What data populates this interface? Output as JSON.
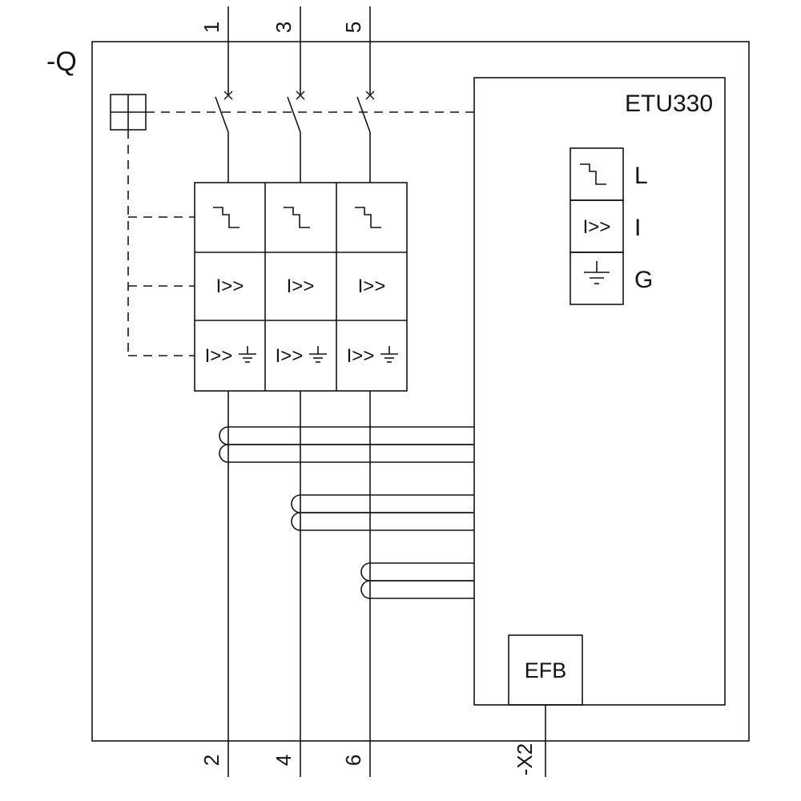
{
  "schematic": {
    "device_label": "-Q",
    "trip_unit_label": "ETU330",
    "efb_label": "EFB",
    "terminals": {
      "top": [
        "1",
        "3",
        "5"
      ],
      "bottom": [
        "2",
        "4",
        "6"
      ],
      "aux": "-X2"
    },
    "protections": {
      "instantaneous_symbol": "I>>",
      "long_time_label": "L",
      "instantaneous_label": "I",
      "ground_label": "G"
    },
    "icons": {
      "contact_cross": "breaker-contact-x",
      "long_time_curve": "inverse-time-step-curve",
      "ground": "earth-ground-icon",
      "mechanism": "cross-square-actuator",
      "current_sensor": "double-loop-ct"
    },
    "colors": {
      "line": "#141414",
      "background": "#ffffff"
    }
  }
}
